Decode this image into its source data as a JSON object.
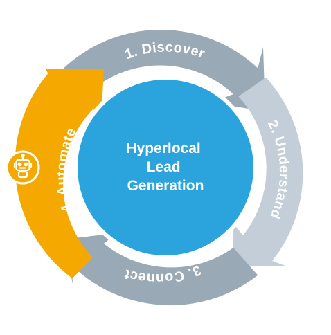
{
  "diagram": {
    "center": {
      "lines": [
        "Hyperlocal",
        "Lead",
        "Generation"
      ],
      "color": "#2ba3dc"
    },
    "segments": [
      {
        "label": "1. Discover",
        "color": "#9aa9b6"
      },
      {
        "label": "2. Understand",
        "color": "#c3ced8"
      },
      {
        "label": "3. Connect",
        "color": "#9aa9b6"
      },
      {
        "label": "4. Automate",
        "color": "#f5a800"
      }
    ],
    "badge": {
      "icon": "robot-icon",
      "color": "#f5a800"
    }
  }
}
